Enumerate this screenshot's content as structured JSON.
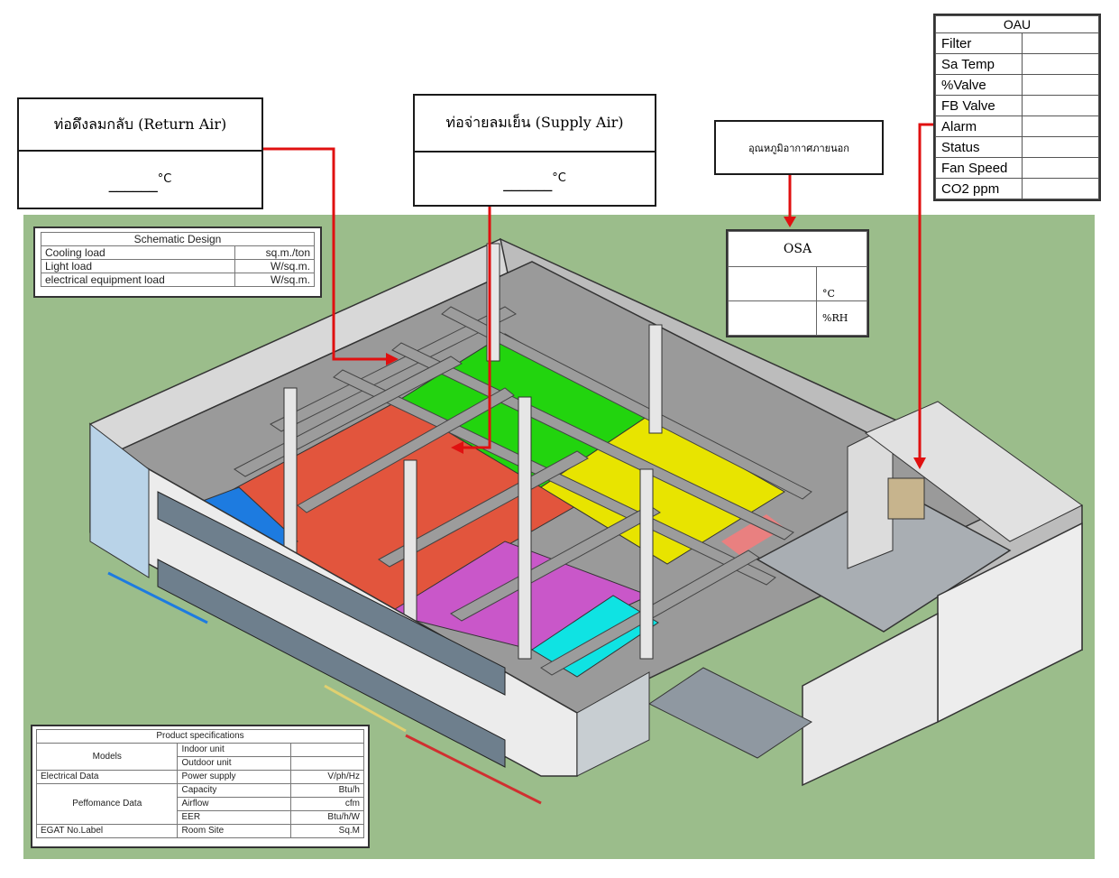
{
  "return_air": {
    "title": "ท่อดึงลมกลับ (Return Air)",
    "value": "______",
    "unit": "°C"
  },
  "supply_air": {
    "title": "ท่อจ่ายลมเย็น (Supply Air)",
    "value": "______",
    "unit": "°C"
  },
  "outdoor_temp_label": "อุณหภูมิอากาศภายนอก",
  "osa": {
    "title": "OSA",
    "temp_unit": "°C",
    "rh_unit": "%RH"
  },
  "oau": {
    "title": "OAU",
    "rows": [
      "Filter",
      "Sa Temp",
      "%Valve",
      "FB Valve",
      "Alarm",
      "Status",
      "Fan Speed",
      "CO2 ppm"
    ]
  },
  "schematic": {
    "title": "Schematic Design",
    "rows": [
      {
        "label": "Cooling load",
        "unit": "sq.m./ton"
      },
      {
        "label": "Light load",
        "unit": "W/sq.m."
      },
      {
        "label": "electrical equipment load",
        "unit": "W/sq.m."
      }
    ]
  },
  "product": {
    "title": "Product specifications",
    "models": "Models",
    "indoor": "Indoor unit",
    "outdoor": "Outdoor unit",
    "electrical": "Electrical Data",
    "power": "Power supply",
    "power_unit": "V/ph/Hz",
    "performance": "Peffomance Data",
    "capacity": "Capacity",
    "capacity_unit": "Btu/h",
    "airflow": "Airflow",
    "airflow_unit": "cfm",
    "eer": "EER",
    "eer_unit": "Btu/h/W",
    "egat": "EGAT No.Label",
    "room": "Room Site",
    "room_unit": "Sq.M"
  },
  "colors": {
    "zone_red": "#e2553d",
    "zone_green": "#22d40e",
    "zone_yellow": "#e8e400",
    "zone_magenta": "#c957c9",
    "zone_cyan": "#0fe3e3",
    "zone_blue": "#1d7be0",
    "background": "#9bbd8b",
    "arrow": "#e01010"
  }
}
